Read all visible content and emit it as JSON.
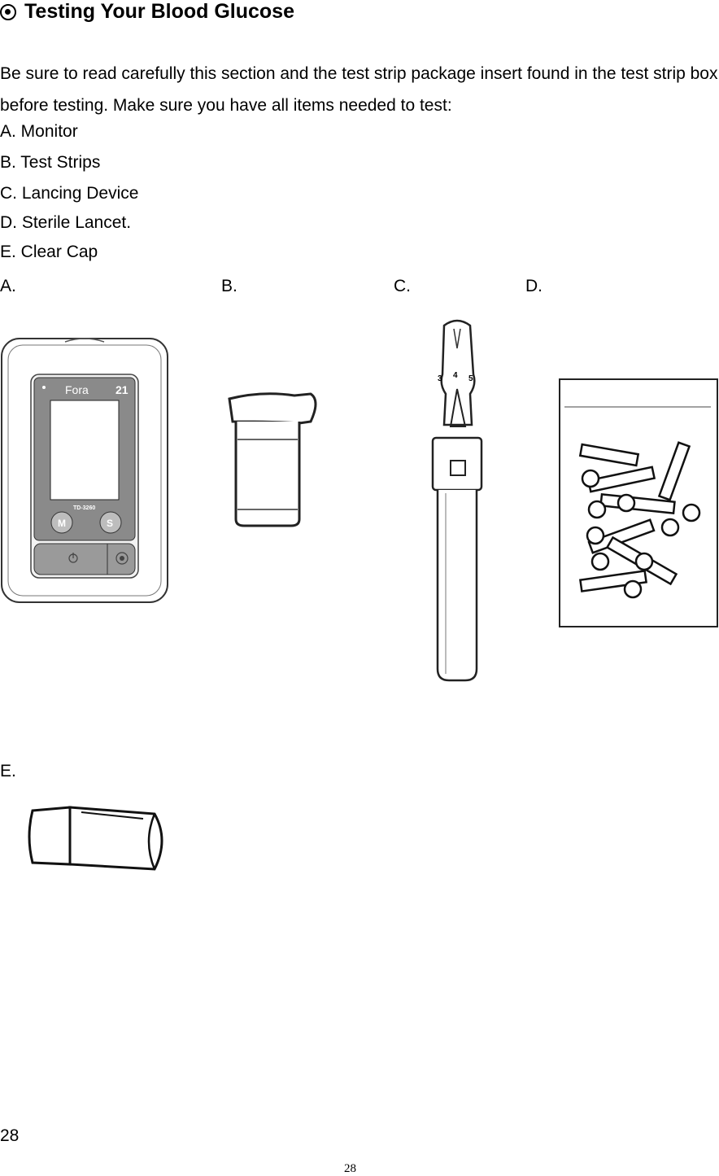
{
  "section": {
    "title": "Testing Your Blood Glucose",
    "intro": "Be sure to read carefully this section and the test strip package insert found in the test strip box before testing. Make sure you have all items needed to test:"
  },
  "items": [
    "A. Monitor",
    "B. Test Strips",
    "C. Lancing Device",
    "D. Sterile Lancet.",
    "E. Clear Cap"
  ],
  "picture_labels": {
    "a": "A.",
    "b": "B.",
    "c": "C.",
    "d": "D.",
    "e": "E."
  },
  "monitor": {
    "brand": "Fora",
    "model": "TD-3260",
    "button_m": "M",
    "button_s": "S"
  },
  "lancing_device": {
    "depth_marks": [
      "3",
      "4",
      "5"
    ]
  },
  "footer": {
    "page_number_left": "28",
    "page_number_center": "28"
  }
}
